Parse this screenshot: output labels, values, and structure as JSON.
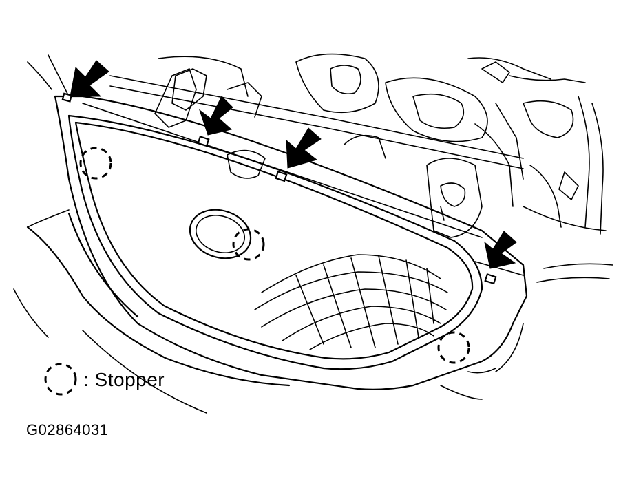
{
  "legend": {
    "symbol": "dashed-circle",
    "label": ": Stopper"
  },
  "figure_id": "G02864031"
}
